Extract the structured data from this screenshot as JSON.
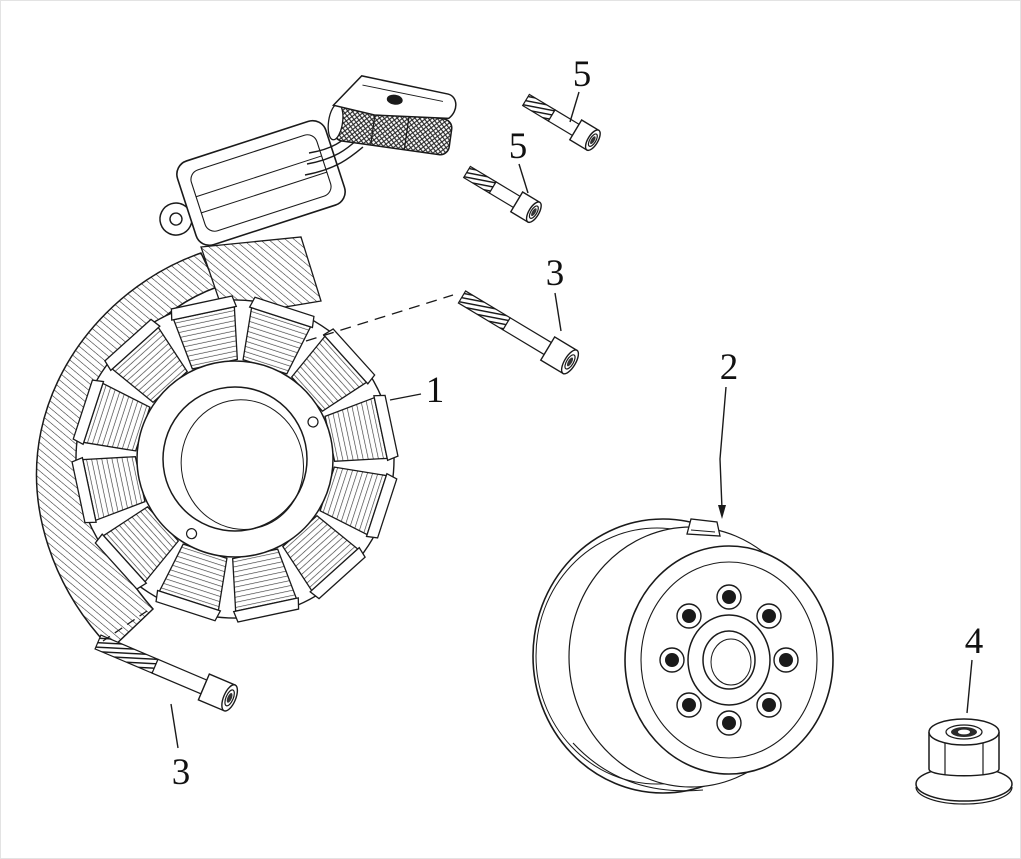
{
  "canvas": {
    "background": "#ffffff",
    "ink": "#1a1a1a"
  },
  "callouts": [
    {
      "label": "1",
      "target": "stator-assembly"
    },
    {
      "label": "2",
      "target": "flywheel-rotor"
    },
    {
      "label": "3",
      "target": "mount-bolt-upper"
    },
    {
      "label": "3",
      "target": "mount-bolt-lower"
    },
    {
      "label": "4",
      "target": "flange-nut"
    },
    {
      "label": "5",
      "target": "short-bolt-top"
    },
    {
      "label": "5",
      "target": "short-bolt-middle"
    }
  ]
}
